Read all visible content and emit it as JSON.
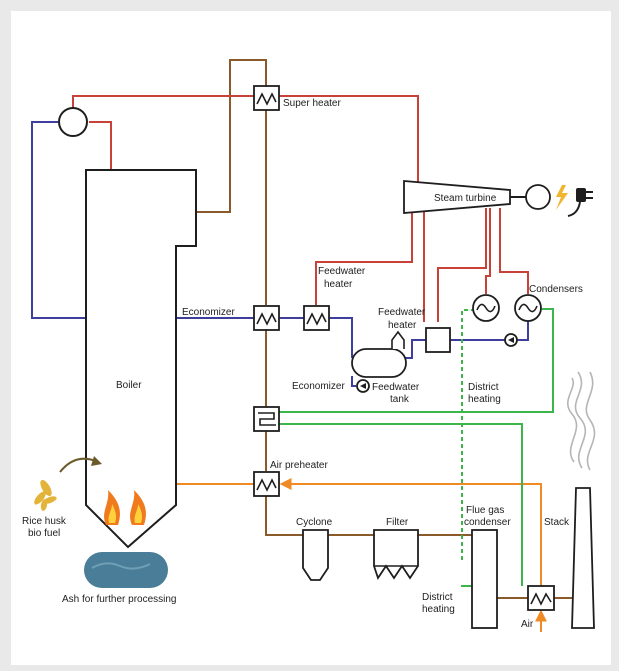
{
  "labels": {
    "super_heater": "Super heater",
    "steam_turbine": "Steam turbine",
    "economizer_main": "Economizer",
    "feedwater_heater_1_line1": "Feedwater",
    "feedwater_heater_1_line2": "heater",
    "feedwater_heater_2_line1": "Feedwater",
    "feedwater_heater_2_line2": "heater",
    "condensers": "Condensers",
    "boiler": "Boiler",
    "economizer_small": "Economizer",
    "feedwater_tank_line1": "Feedwater",
    "feedwater_tank_line2": "tank",
    "district_heating_line1": "District",
    "district_heating_line2": "heating",
    "air_preheater": "Air preheater",
    "rice_husk_line1": "Rice husk",
    "rice_husk_line2": "bio fuel",
    "cyclone": "Cyclone",
    "filter": "Filter",
    "flue_gas_condenser_line1": "Flue gas",
    "flue_gas_condenser_line2": "condenser",
    "stack": "Stack",
    "ash": "Ash for further processing",
    "district_heating_bottom_line1": "District",
    "district_heating_bottom_line2": "heating",
    "air": "Air"
  },
  "colors": {
    "steam": "#c8423a",
    "water": "#3e3e9c",
    "flue_gas": "#8a5a2b",
    "air": "#f08a24",
    "district_heating": "#3cb54a",
    "outline": "#1e1e1e",
    "flame": "#f07a1e",
    "flame_inner": "#ffd23c",
    "fuel": "#e3b43a",
    "ash": "#4a7d97",
    "smoke": "#b5b5b5",
    "electric": "#f2b530",
    "panel": "#ffffff",
    "background": "#e9e9e9"
  },
  "icons": [
    "heat-exchanger-icon",
    "pump-icon",
    "generator-icon",
    "lightning-icon",
    "plug-icon",
    "flame-icon",
    "smoke-icon",
    "arrow-icon"
  ]
}
